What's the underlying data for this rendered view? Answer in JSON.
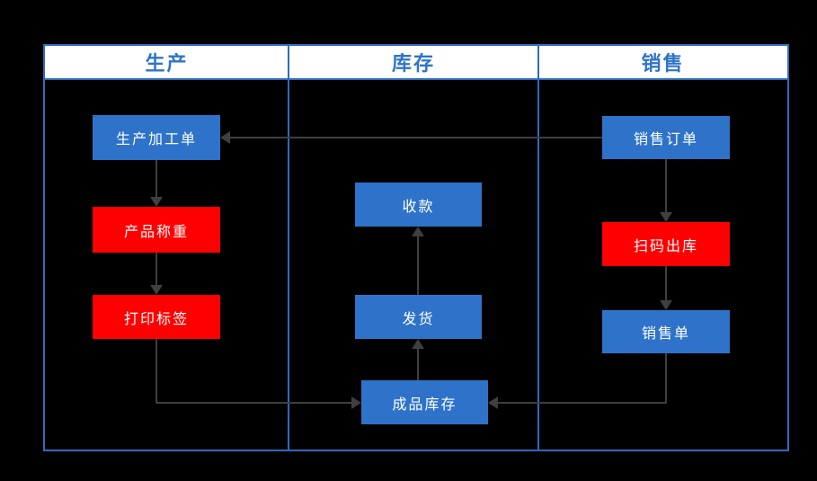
{
  "lanes": [
    {
      "id": "production",
      "label": "生产"
    },
    {
      "id": "inventory",
      "label": "库存"
    },
    {
      "id": "sales",
      "label": "销售"
    }
  ],
  "nodes": {
    "production_order": {
      "label": "生产加工单",
      "type": "blue",
      "lane": "production"
    },
    "product_weighing": {
      "label": "产品称重",
      "type": "red",
      "lane": "production"
    },
    "print_label": {
      "label": "打印标签",
      "type": "red",
      "lane": "production"
    },
    "receive_payment": {
      "label": "收款",
      "type": "blue",
      "lane": "inventory"
    },
    "ship_goods": {
      "label": "发货",
      "type": "blue",
      "lane": "inventory"
    },
    "finished_inventory": {
      "label": "成品库存",
      "type": "blue",
      "lane": "inventory"
    },
    "sales_order": {
      "label": "销售订单",
      "type": "blue",
      "lane": "sales"
    },
    "scan_outbound": {
      "label": "扫码出库",
      "type": "red",
      "lane": "sales"
    },
    "sales_receipt": {
      "label": "销售单",
      "type": "blue",
      "lane": "sales"
    }
  },
  "edges": [
    {
      "from": "sales_order",
      "to": "production_order"
    },
    {
      "from": "production_order",
      "to": "product_weighing"
    },
    {
      "from": "product_weighing",
      "to": "print_label"
    },
    {
      "from": "print_label",
      "to": "finished_inventory"
    },
    {
      "from": "sales_order",
      "to": "scan_outbound"
    },
    {
      "from": "scan_outbound",
      "to": "sales_receipt"
    },
    {
      "from": "sales_receipt",
      "to": "finished_inventory"
    },
    {
      "from": "finished_inventory",
      "to": "ship_goods"
    },
    {
      "from": "ship_goods",
      "to": "receive_payment"
    }
  ],
  "colors": {
    "node_blue": "#2E73C9",
    "node_red": "#FF0000",
    "border_blue": "#2E6BBF",
    "header_text": "#2E74C9",
    "arrow": "#3F3F3F",
    "node_text": "#FFFFFF",
    "header_bg": "#FFFFFF",
    "canvas_bg": "#000000"
  }
}
